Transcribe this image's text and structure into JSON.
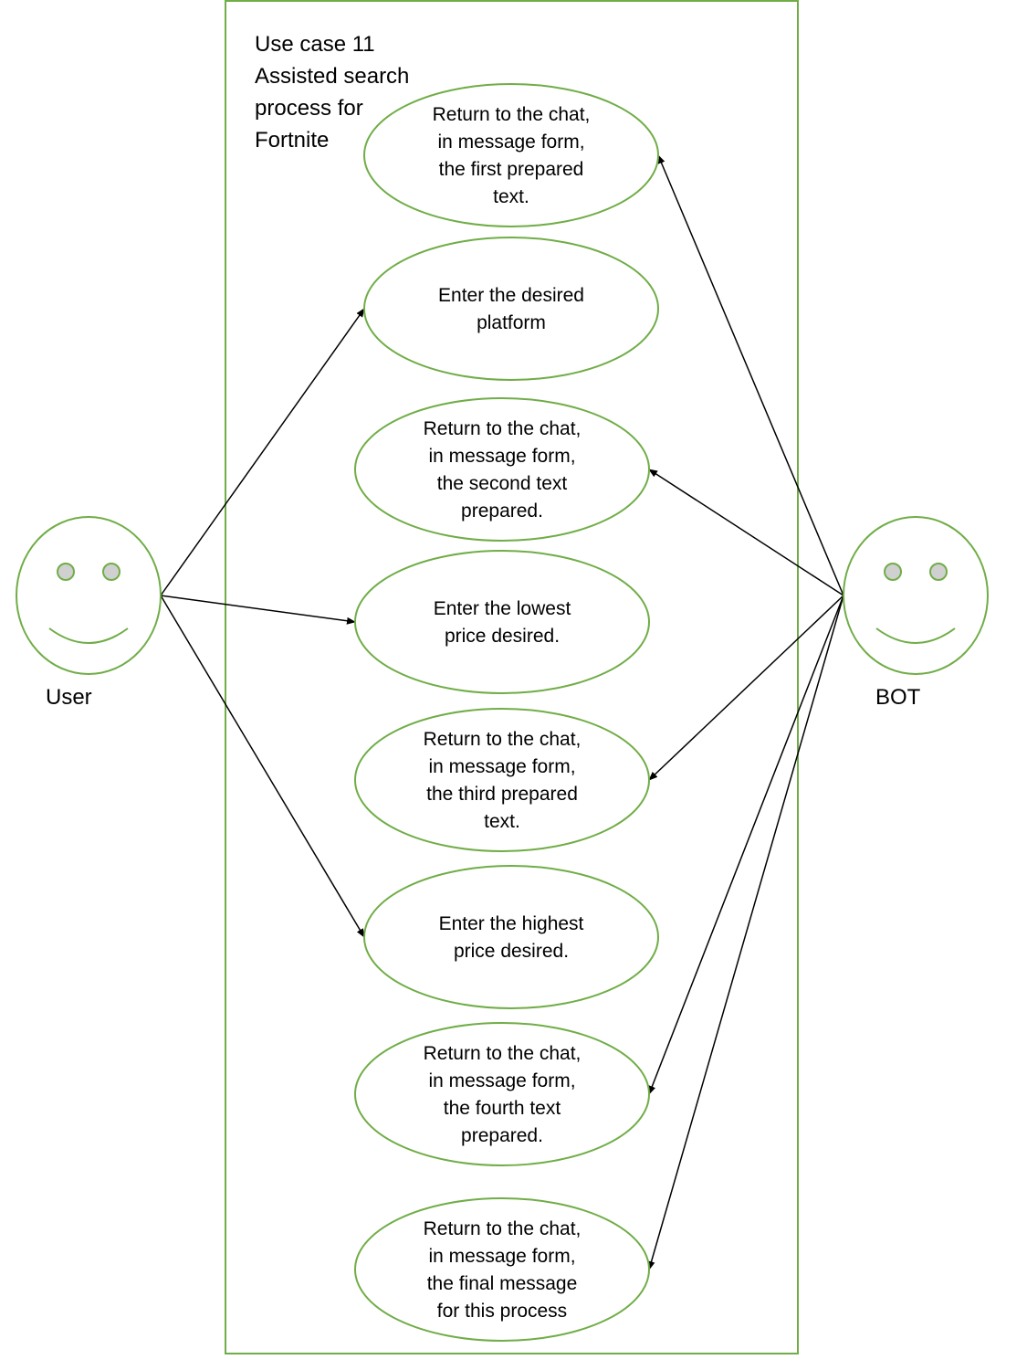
{
  "title_lines": [
    "Use case 11",
    "Assisted search",
    "process for",
    "Fortnite"
  ],
  "actors": {
    "user": "User",
    "bot": "BOT"
  },
  "use_cases": [
    {
      "id": "uc1",
      "lines": [
        "Return to the chat,",
        "in message form,",
        "the first prepared",
        "text."
      ]
    },
    {
      "id": "uc2",
      "lines": [
        "Enter the desired",
        "platform"
      ]
    },
    {
      "id": "uc3",
      "lines": [
        "Return to the chat,",
        "in message form,",
        "the second text",
        "prepared."
      ]
    },
    {
      "id": "uc4",
      "lines": [
        "Enter the lowest",
        "price desired."
      ]
    },
    {
      "id": "uc5",
      "lines": [
        "Return to the chat,",
        "in message form,",
        "the third prepared",
        "text."
      ]
    },
    {
      "id": "uc6",
      "lines": [
        "Enter the highest",
        "price desired."
      ]
    },
    {
      "id": "uc7",
      "lines": [
        "Return to the chat,",
        "in message form,",
        "the fourth text",
        "prepared."
      ]
    },
    {
      "id": "uc8",
      "lines": [
        "Return to the chat,",
        "in message form,",
        "the final message",
        "for this process"
      ]
    }
  ],
  "associations": [
    {
      "from": "user",
      "to": "uc2"
    },
    {
      "from": "user",
      "to": "uc4"
    },
    {
      "from": "user",
      "to": "uc6"
    },
    {
      "from": "bot",
      "to": "uc1"
    },
    {
      "from": "bot",
      "to": "uc3"
    },
    {
      "from": "bot",
      "to": "uc5"
    },
    {
      "from": "bot",
      "to": "uc7"
    },
    {
      "from": "bot",
      "to": "uc8"
    }
  ],
  "colors": {
    "outline": "#70AD47",
    "eye_fill": "#D0D0D0",
    "line": "#000000"
  }
}
